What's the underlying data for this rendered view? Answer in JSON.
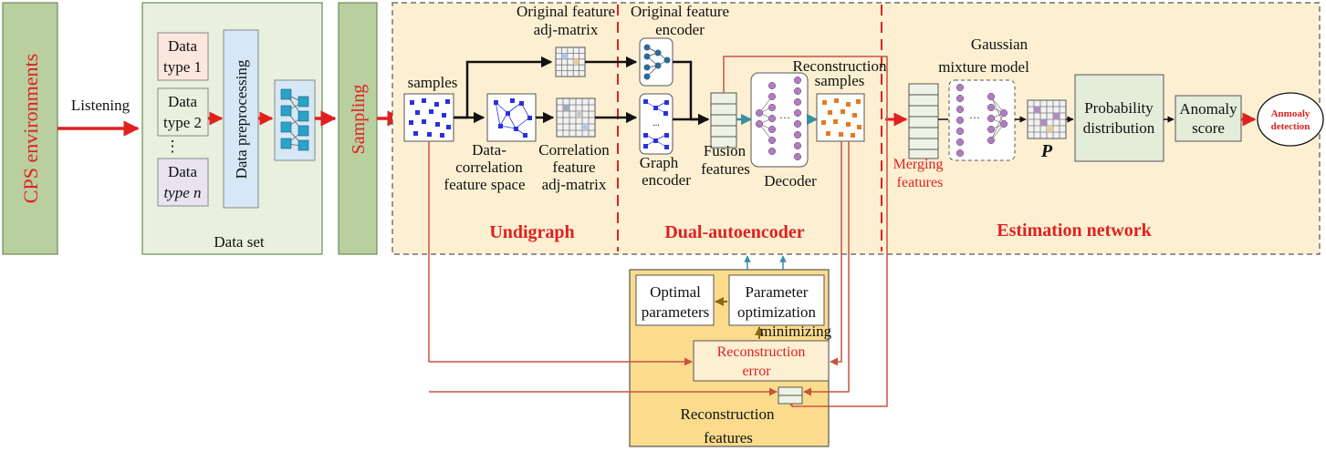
{
  "cps_label": "CPS environments",
  "listening": "Listening",
  "dataset": {
    "types": [
      "Data",
      "type 1",
      "Data",
      "type 2",
      "⋮",
      "Data",
      "type n"
    ],
    "preprocessing": "Data preprocessing",
    "caption": "Data set"
  },
  "sampling": "Sampling",
  "undigraph": {
    "samples": "samples",
    "orig_adj": [
      "Original feature",
      "adj-matrix"
    ],
    "data_corr": [
      "Data-",
      "correlation",
      "feature space"
    ],
    "corr_adj": [
      "Correlation",
      "feature",
      "adj-matrix"
    ],
    "section_title": "Undigraph"
  },
  "dual_autoencoder": {
    "orig_encoder": [
      "Original feature",
      "encoder"
    ],
    "graph_encoder": [
      "Graph",
      "encoder"
    ],
    "fusion": [
      "Fusion",
      "features"
    ],
    "decoder": "Decoder",
    "recon_samples": [
      "Reconstruction",
      "samples"
    ],
    "section_title": "Dual-autoencoder"
  },
  "estimation": {
    "gmm": [
      "Gaussian",
      "mixture model"
    ],
    "merging": [
      "Merging",
      "features"
    ],
    "p_label": "P",
    "prob": [
      "Probability",
      "distribution"
    ],
    "anomaly_score": [
      "Anomaly",
      "score"
    ],
    "detection": [
      "Anmoaly",
      "detection"
    ],
    "section_title": "Estimation network"
  },
  "optimization": {
    "optimal": [
      "Optimal",
      "parameters"
    ],
    "param_opt": [
      "Parameter",
      "optimization"
    ],
    "minimizing": "minimizing",
    "recon_error": [
      "Reconstruction",
      "error"
    ],
    "recon_features": [
      "Reconstruction",
      "features"
    ]
  },
  "colors": {
    "green_box": "#b9cfa0",
    "light_green": "#e9f0df",
    "orange_panel": "#fdf0d2",
    "opt_panel": "#fbdc8d",
    "red": "#e02020",
    "arrow_red": "#c9533e",
    "blue_node": "#2a2fe0",
    "teal": "#3a8ea0",
    "purple": "#b07cc0",
    "orange_node": "#e57a20",
    "prob_box": "#e4ecda"
  }
}
